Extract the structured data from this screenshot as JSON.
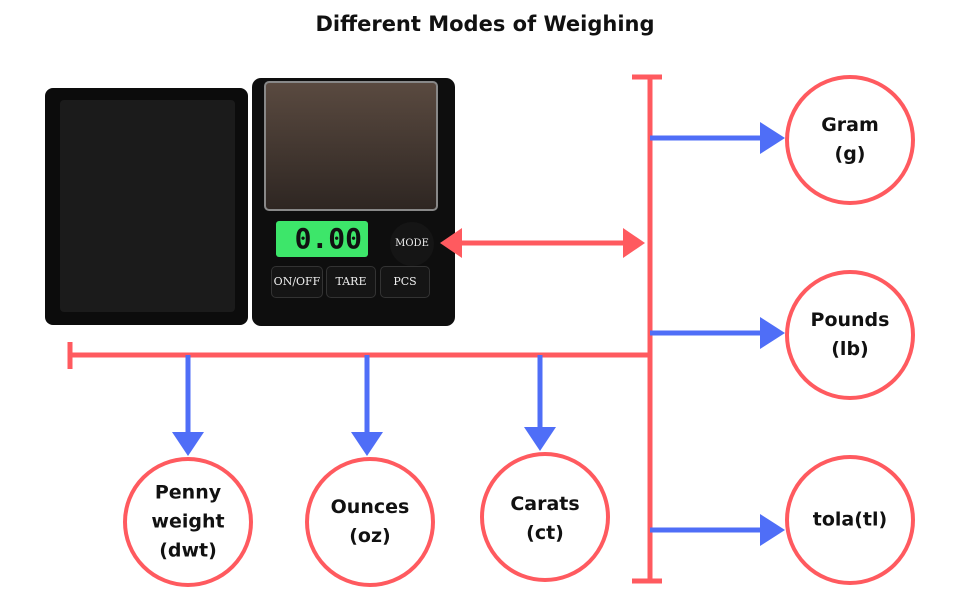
{
  "title": "Different Modes of Weighing",
  "scale": {
    "display": "0.00",
    "buttons": {
      "mode": "MODE",
      "onoff": "ON/OFF",
      "tare": "TARE",
      "pcs": "PCS"
    }
  },
  "modes_right": [
    {
      "line1": "Gram",
      "line2": "(g)"
    },
    {
      "line1": "Pounds",
      "line2": "(lb)"
    },
    {
      "line1": "tola(tl)",
      "line2": ""
    }
  ],
  "modes_bottom": [
    {
      "line1": "Penny",
      "line2": "weight",
      "line3": "(dwt)"
    },
    {
      "line1": "Ounces",
      "line2": "(oz)"
    },
    {
      "line1": "Carats",
      "line2": "(ct)"
    }
  ],
  "colors": {
    "red": "#ff5a5f",
    "blue": "#4f6ef7",
    "lcd": "#3de66a"
  }
}
